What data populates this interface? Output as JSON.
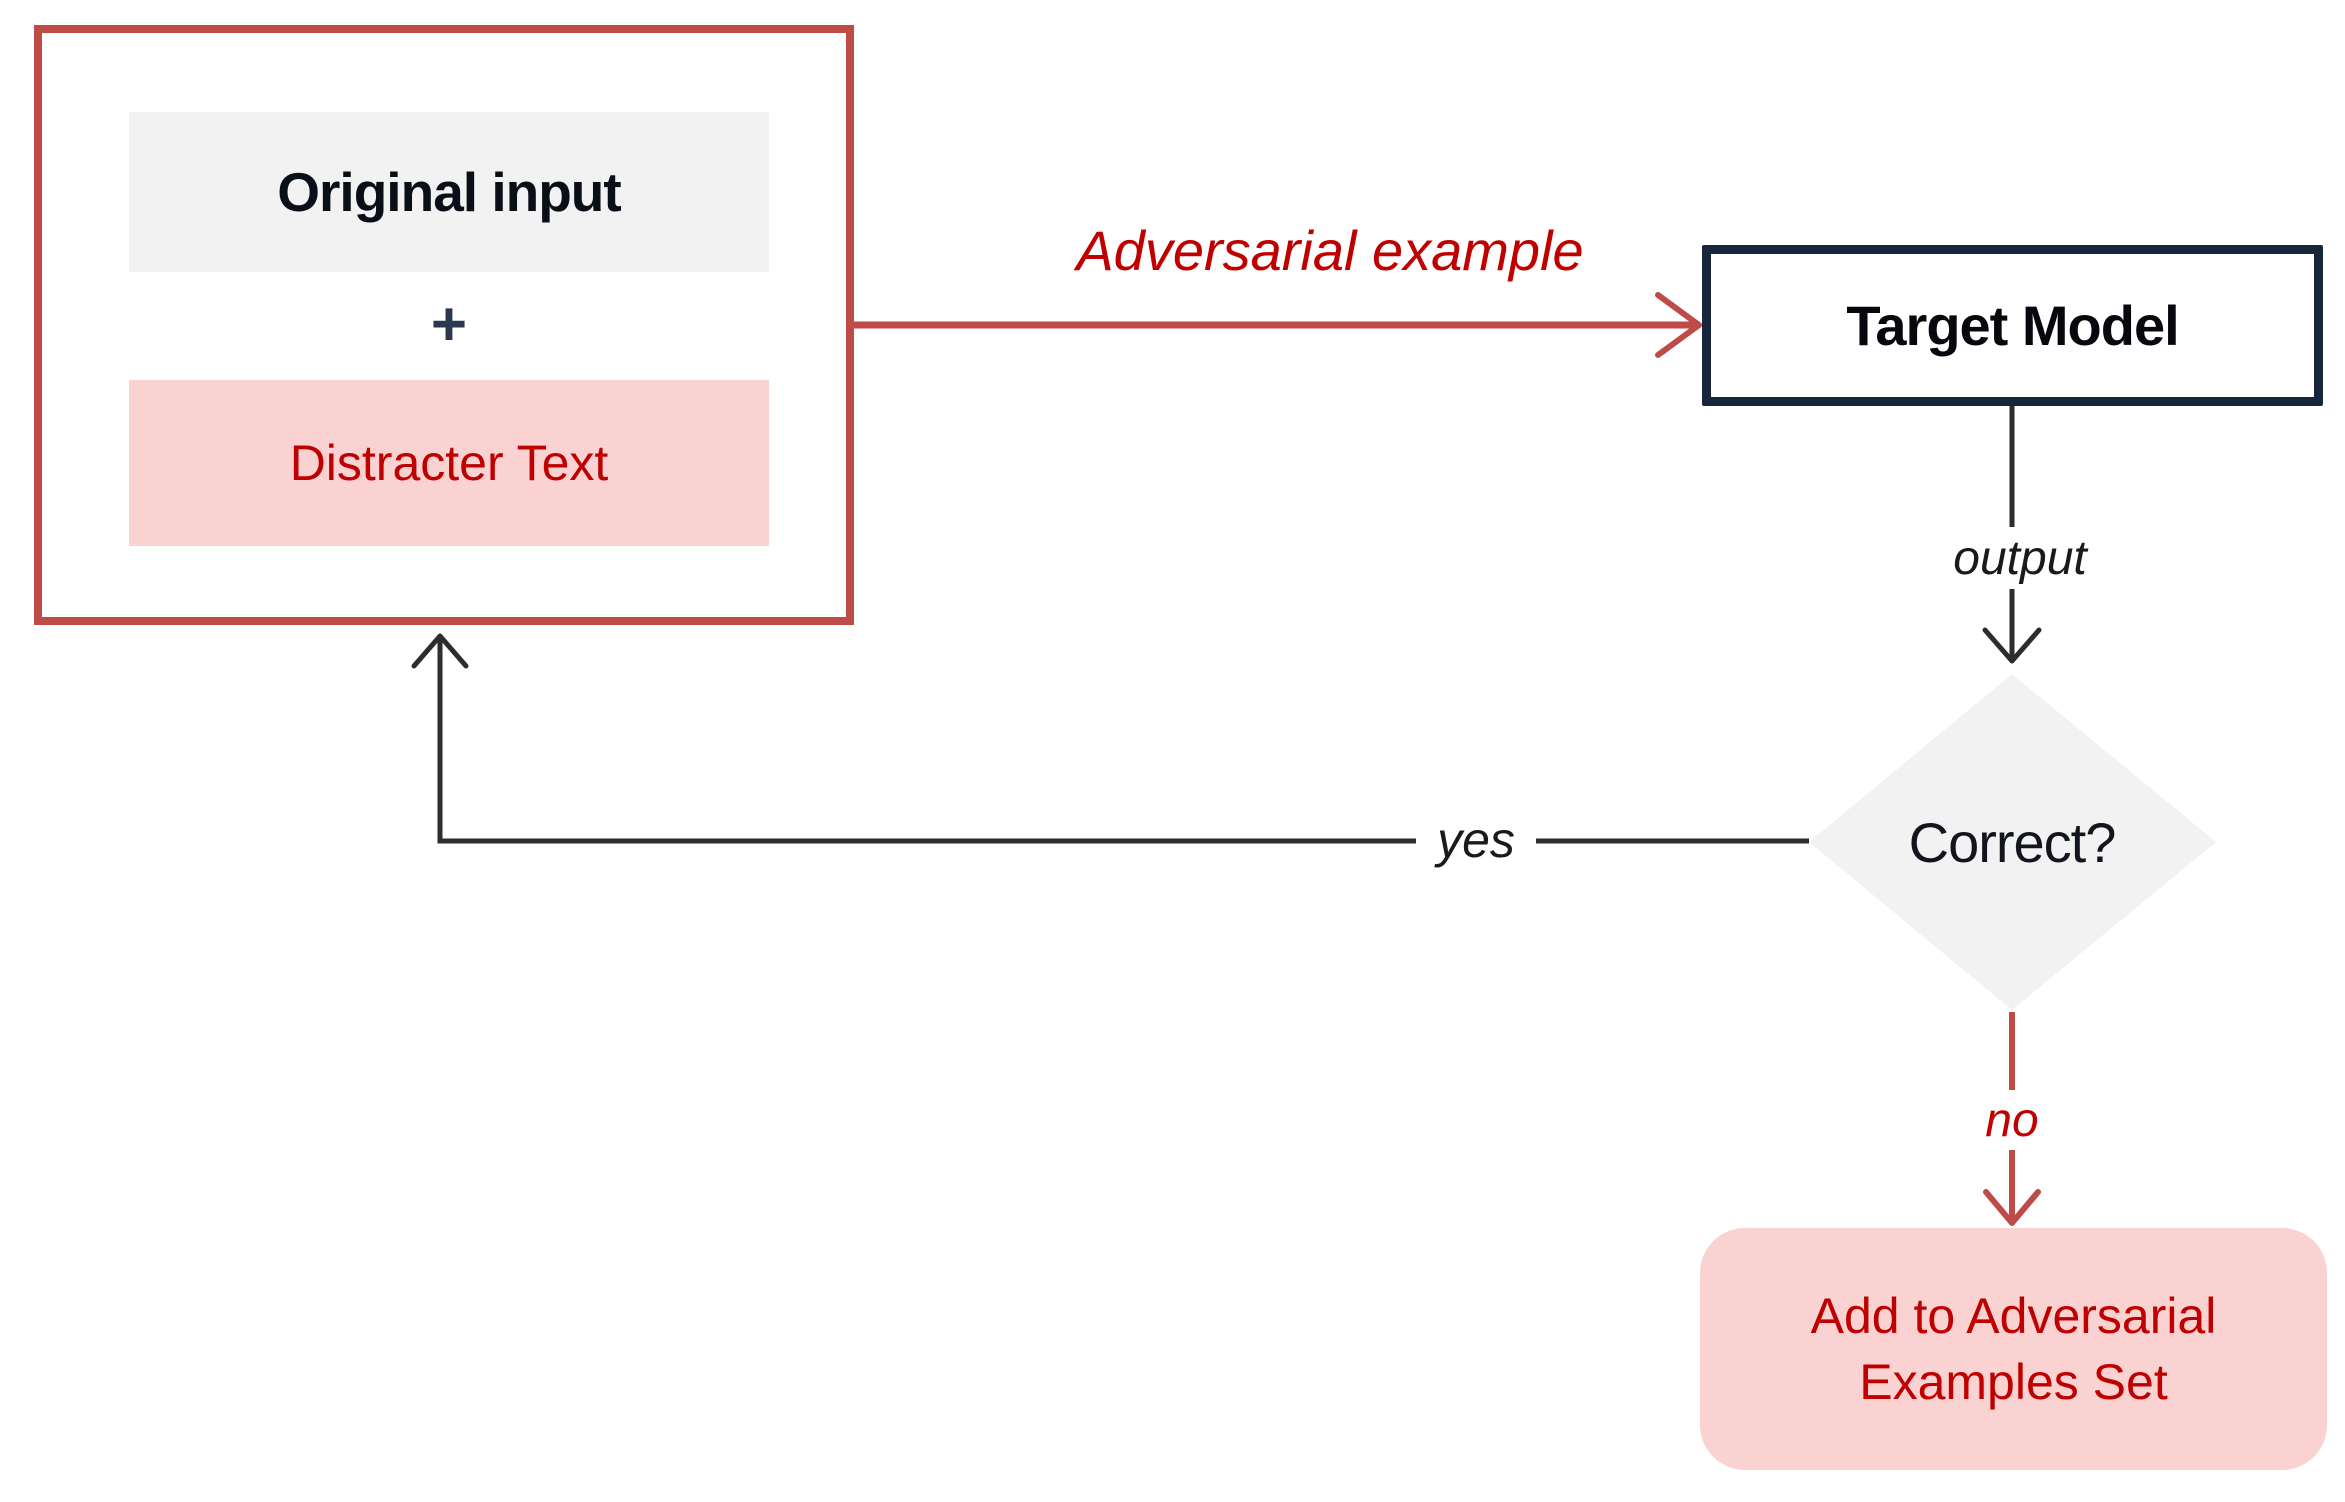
{
  "diagram": {
    "title_hint": "adversarial example generation loop flowchart",
    "input_group": {
      "original_input_label": "Original input",
      "plus_sign": "+",
      "distracter_label": "Distracter Text"
    },
    "target_model_label": "Target Model",
    "decision_label": "Correct?",
    "adversarial_set": {
      "line1": "Add to Adversarial",
      "line2": "Examples Set"
    },
    "edge_labels": {
      "adversarial": "Adversarial example",
      "output": "output",
      "yes": "yes",
      "no": "no"
    },
    "colors": {
      "red_line": "#be4b48",
      "red_text": "#c00000",
      "pink_fill": "#fad2d2",
      "gray_fill": "#f2f2f2",
      "navy_border": "#17263c",
      "black_line": "#2d2d2d",
      "dark_text": "#0a0e16"
    }
  }
}
